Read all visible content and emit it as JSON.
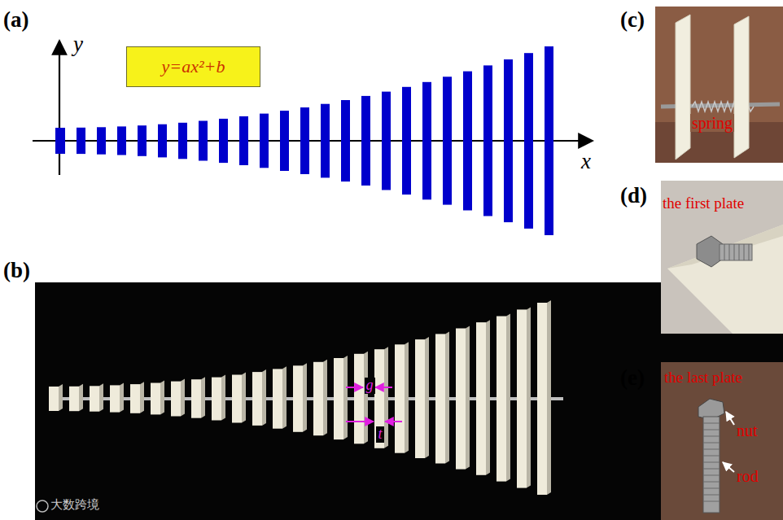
{
  "diagram": {
    "nodes": [
      {
        "text": [
          "y=ax²+b"
        ]
      }
    ],
    "labels": [
      "(a)",
      "y",
      "x",
      "(b)",
      "g",
      "t",
      "大数跨境",
      "(c)",
      "spring",
      "(d)",
      "the first plate",
      "(e)",
      "the last plate",
      "nut",
      "rod"
    ]
  }
}
